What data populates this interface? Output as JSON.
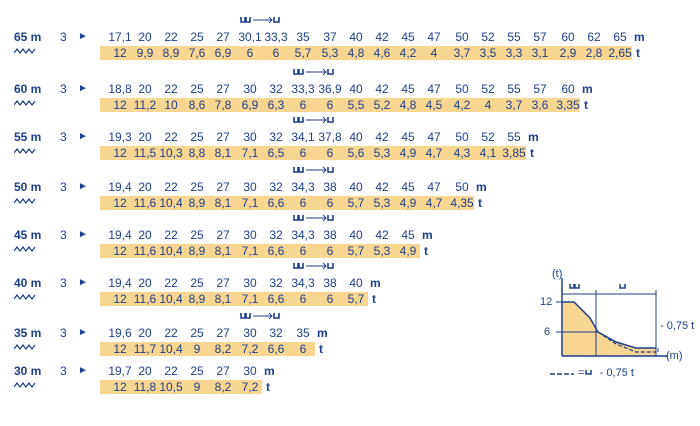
{
  "rows": [
    {
      "jib": "65 m",
      "three": "3",
      "radii": [
        "17,1",
        "20",
        "22",
        "25",
        "27",
        "30,1",
        "33,3",
        "35",
        "37",
        "40",
        "42",
        "45",
        "47",
        "50",
        "52",
        "55",
        "57",
        "60",
        "62",
        "65"
      ],
      "unit": "m",
      "loads": [
        "12",
        "9,9",
        "8,9",
        "7,6",
        "6,9",
        "6",
        "6",
        "5,7",
        "5,3",
        "4,8",
        "4,6",
        "4,2",
        "4",
        "3,7",
        "3,5",
        "3,3",
        "3,1",
        "2,9",
        "2,8",
        "2,65"
      ],
      "load_unit": "t"
    },
    {
      "jib": "60 m",
      "three": "3",
      "radii": [
        "18,8",
        "20",
        "22",
        "25",
        "27",
        "30",
        "32",
        "33,3",
        "36,9",
        "40",
        "42",
        "45",
        "47",
        "50",
        "52",
        "55",
        "57",
        "60"
      ],
      "unit": "m",
      "loads": [
        "12",
        "11,2",
        "10",
        "8,6",
        "7,8",
        "6,9",
        "6,3",
        "6",
        "6",
        "5,5",
        "5,2",
        "4,8",
        "4,5",
        "4,2",
        "4",
        "3,7",
        "3,6",
        "3,35"
      ],
      "load_unit": "t"
    },
    {
      "jib": "55 m",
      "three": "3",
      "radii": [
        "19,3",
        "20",
        "22",
        "25",
        "27",
        "30",
        "32",
        "34,1",
        "37,8",
        "40",
        "42",
        "45",
        "47",
        "50",
        "52",
        "55"
      ],
      "unit": "m",
      "loads": [
        "12",
        "11,5",
        "10,3",
        "8,8",
        "8,1",
        "7,1",
        "6,5",
        "6",
        "6",
        "5,6",
        "5,3",
        "4,9",
        "4,7",
        "4,3",
        "4,1",
        "3,85"
      ],
      "load_unit": "t"
    },
    {
      "jib": "50 m",
      "three": "3",
      "radii": [
        "19,4",
        "20",
        "22",
        "25",
        "27",
        "30",
        "32",
        "34,3",
        "38",
        "40",
        "42",
        "45",
        "47",
        "50"
      ],
      "unit": "m",
      "loads": [
        "12",
        "11,6",
        "10,4",
        "8,9",
        "8,1",
        "7,1",
        "6,6",
        "6",
        "6",
        "5,7",
        "5,3",
        "4,9",
        "4,7",
        "4,35"
      ],
      "load_unit": "t"
    },
    {
      "jib": "45 m",
      "three": "3",
      "radii": [
        "19,4",
        "20",
        "22",
        "25",
        "27",
        "30",
        "32",
        "34,3",
        "38",
        "40",
        "42",
        "45"
      ],
      "unit": "m",
      "loads": [
        "12",
        "11,6",
        "10,4",
        "8,9",
        "8,1",
        "7,1",
        "6,6",
        "6",
        "6",
        "5,7",
        "5,3",
        "4,9"
      ],
      "load_unit": "t"
    },
    {
      "jib": "40 m",
      "three": "3",
      "radii": [
        "19,4",
        "20",
        "22",
        "25",
        "27",
        "30",
        "32",
        "34,3",
        "38",
        "40"
      ],
      "unit": "m",
      "loads": [
        "12",
        "11,6",
        "10,4",
        "8,9",
        "8,1",
        "7,1",
        "6,6",
        "6",
        "6",
        "5,7"
      ],
      "load_unit": "t"
    },
    {
      "jib": "35 m",
      "three": "3",
      "radii": [
        "19,6",
        "20",
        "22",
        "25",
        "27",
        "30",
        "32",
        "35"
      ],
      "unit": "m",
      "loads": [
        "12",
        "11,7",
        "10,4",
        "9",
        "8,2",
        "7,2",
        "6,6",
        "6"
      ],
      "load_unit": "t"
    },
    {
      "jib": "30 m",
      "three": "3",
      "radii": [
        "19,7",
        "20",
        "22",
        "25",
        "27",
        "30"
      ],
      "unit": "m",
      "loads": [
        "12",
        "11,8",
        "10,5",
        "9",
        "8,2",
        "7,2"
      ],
      "load_unit": "t"
    }
  ],
  "diagram": {
    "t_label": "(t)",
    "m_label": "(m)",
    "y12": "12",
    "y6": "6",
    "minus_label": "- 0,75 t",
    "legend_text": "=     - 0,75 t",
    "colors": {
      "fill": "#f7d692",
      "line": "#1f3f8a"
    }
  }
}
